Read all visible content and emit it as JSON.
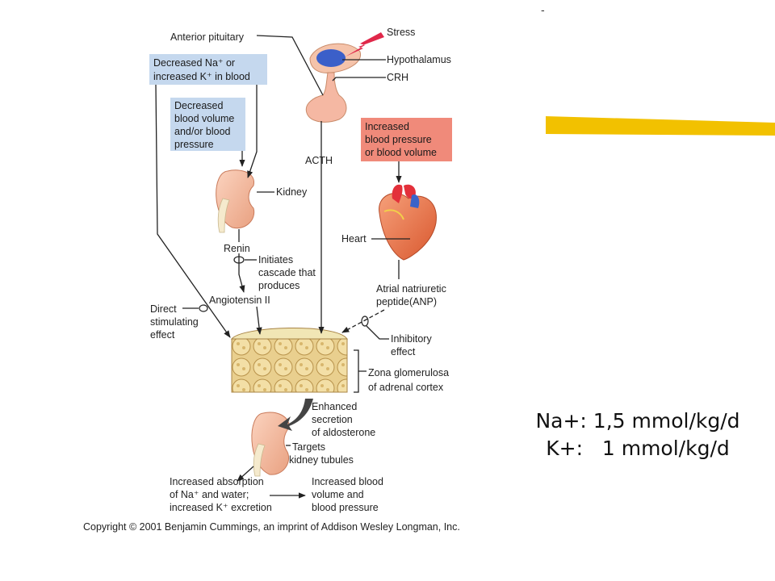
{
  "labels": {
    "anterior_pituitary": "Anterior pituitary",
    "stress": "Stress",
    "hypothalamus": "Hypothalamus",
    "crh": "CRH",
    "acth": "ACTH",
    "kidney": "Kidney",
    "renin": "Renin",
    "cascade": [
      "Initiates",
      "cascade that",
      "produces"
    ],
    "angiotensin": "Angiotensin II",
    "direct": [
      "Direct",
      "stimulating",
      "effect"
    ],
    "heart": "Heart",
    "anp": [
      "Atrial natriuretic",
      "peptide(ANP)"
    ],
    "inhibitory": [
      "Inhibitory",
      "effect"
    ],
    "zona": [
      "Zona glomerulosa",
      "of adrenal cortex"
    ],
    "enhanced": [
      "Enhanced",
      "secretion",
      "of aldosterone"
    ],
    "targets": [
      "Targets",
      "kidney tubules"
    ],
    "absorption": [
      "Increased absorption",
      "of Na⁺ and water;",
      "increased K⁺ excretion"
    ],
    "result": [
      "Increased blood",
      "volume and",
      "blood pressure"
    ]
  },
  "boxes": {
    "ion_box": [
      "Decreased Na⁺ or",
      "increased K⁺ in blood"
    ],
    "volume_box": [
      "Decreased",
      "blood volume",
      "and/or blood",
      "pressure"
    ],
    "pressure_box": [
      "Increased",
      "blood pressure",
      "or blood volume"
    ]
  },
  "colors": {
    "blue_box": "#c5d8ee",
    "red_box": "#f08a7a",
    "highlight_bar": "#f2c100",
    "arrow_red": "#e0284a"
  },
  "copyright": "Copyright © 2001 Benjamin Cummings, an imprint of Addison Wesley Longman, Inc.",
  "slide_dash": "-",
  "intake": {
    "na": "Na+: 1,5 mmol/kg/d",
    "k": "K+:   1 mmol/kg/d"
  }
}
